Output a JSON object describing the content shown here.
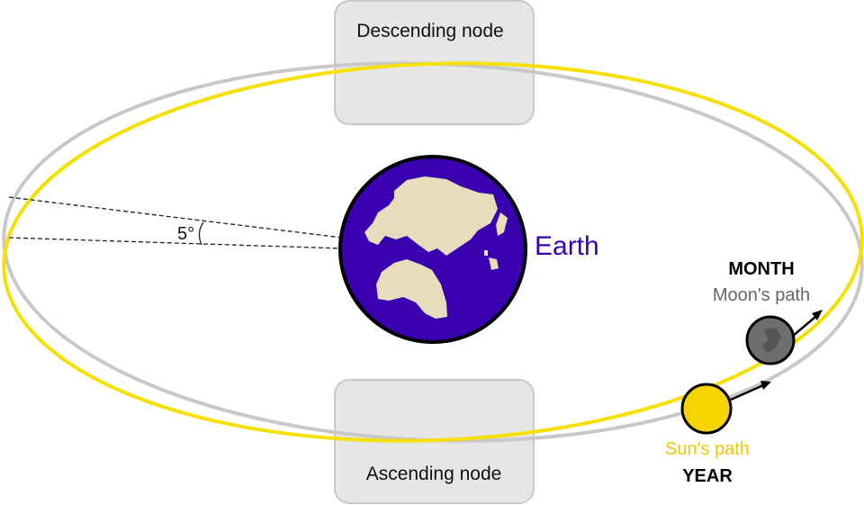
{
  "nodes": {
    "descending": "Descending node",
    "ascending": "Ascending node"
  },
  "earth": {
    "label": "Earth"
  },
  "angle": {
    "label": "5°"
  },
  "moon": {
    "period": "MONTH",
    "path": "Moon's path"
  },
  "sun": {
    "path": "Sun's path",
    "period": "YEAR"
  },
  "colors": {
    "sun_orbit": "#f5e000",
    "moon_orbit": "#c8c8c8",
    "earth_ocean": "#3a00b0",
    "earth_land": "#e5ddbb",
    "earth_label": "#3a00b0",
    "moon_fill": "#6e6e6e",
    "sun_fill": "#f5d400",
    "sun_label": "#f0c800",
    "moon_label": "#666666",
    "node_box": "#e6e6e6"
  }
}
